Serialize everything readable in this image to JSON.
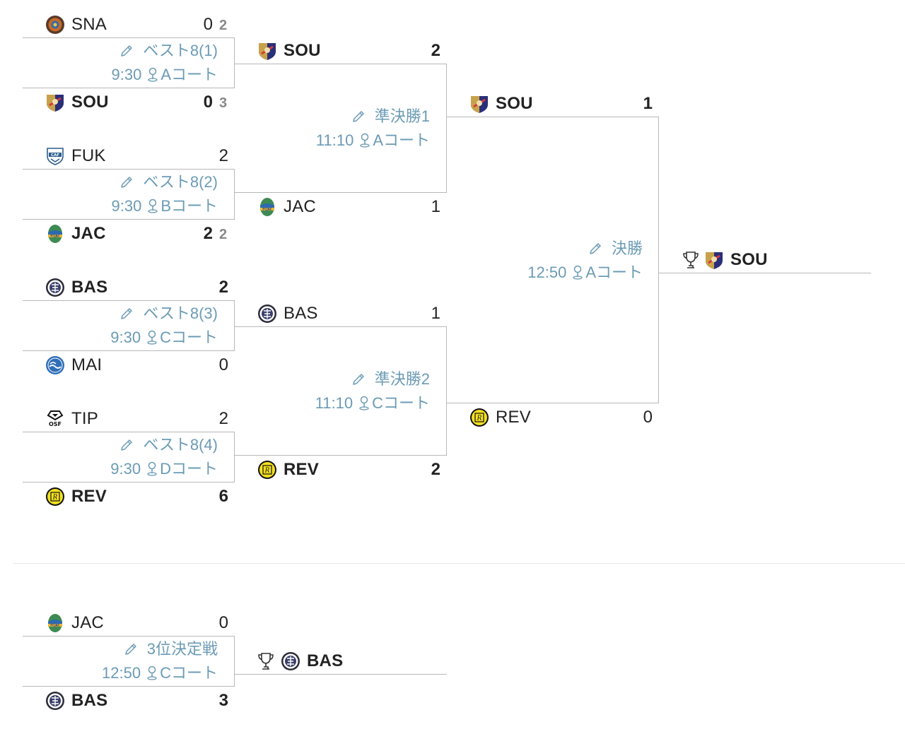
{
  "colors": {
    "line": "#b8b8b8",
    "info_text": "#6b9bb5",
    "secondary_score": "#888888",
    "divider": "#e6e6e6"
  },
  "icons": {
    "edit": "pencil-icon",
    "venue": "map-pin-icon",
    "champion": "trophy-icon"
  },
  "bracket": {
    "qf1": {
      "label": "ベスト8(1)",
      "time": "9:30",
      "court": "Aコート",
      "top": {
        "name": "SNA",
        "score": "0",
        "pk": "2"
      },
      "bottom": {
        "name": "SOU",
        "score": "0",
        "pk": "3"
      }
    },
    "qf2": {
      "label": "ベスト8(2)",
      "time": "9:30",
      "court": "Bコート",
      "top": {
        "name": "FUK",
        "score": "2"
      },
      "bottom": {
        "name": "JAC",
        "score": "2",
        "pk": "2"
      }
    },
    "qf3": {
      "label": "ベスト8(3)",
      "time": "9:30",
      "court": "Cコート",
      "top": {
        "name": "BAS",
        "score": "2"
      },
      "bottom": {
        "name": "MAI",
        "score": "0"
      }
    },
    "qf4": {
      "label": "ベスト8(4)",
      "time": "9:30",
      "court": "Dコート",
      "top": {
        "name": "TIP",
        "score": "2"
      },
      "bottom": {
        "name": "REV",
        "score": "6"
      }
    },
    "sf1": {
      "label": "準決勝1",
      "time": "11:10",
      "court": "Aコート",
      "top": {
        "name": "SOU",
        "score": "2"
      },
      "bottom": {
        "name": "JAC",
        "score": "1"
      }
    },
    "sf2": {
      "label": "準決勝2",
      "time": "11:10",
      "court": "Cコート",
      "top": {
        "name": "BAS",
        "score": "1"
      },
      "bottom": {
        "name": "REV",
        "score": "2"
      }
    },
    "final": {
      "label": "決勝",
      "time": "12:50",
      "court": "Aコート",
      "top": {
        "name": "SOU",
        "score": "1"
      },
      "bottom": {
        "name": "REV",
        "score": "0"
      }
    },
    "champion": {
      "name": "SOU"
    }
  },
  "third_place": {
    "label": "3位決定戦",
    "time": "12:50",
    "court": "Cコート",
    "top": {
      "name": "JAC",
      "score": "0"
    },
    "bottom": {
      "name": "BAS",
      "score": "3"
    },
    "winner": {
      "name": "BAS"
    }
  }
}
